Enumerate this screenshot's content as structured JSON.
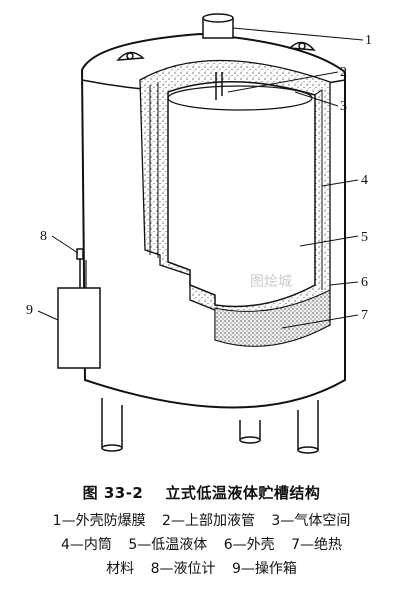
{
  "figure": {
    "number": "图 33-2",
    "title": "立式低温液体贮槽结构",
    "callouts": [
      "1",
      "2",
      "3",
      "4",
      "5",
      "6",
      "7",
      "8",
      "9"
    ],
    "watermark": "图烩城"
  },
  "legend": {
    "items": [
      "1—外壳防爆膜",
      "2—上部加液管",
      "3—气体空间",
      "4—内筒",
      "5—低温液体",
      "6—外壳",
      "7—绝热材料",
      "8—液位计",
      "9—操作箱"
    ],
    "lines": [
      [
        "1—外壳防爆膜",
        "2—上部加液管",
        "3—气体空间"
      ],
      [
        "4—内筒",
        "5—低温液体",
        "6—外壳",
        "7—绝热"
      ],
      [
        "材料",
        "8—液位计",
        "9—操作箱"
      ]
    ]
  }
}
